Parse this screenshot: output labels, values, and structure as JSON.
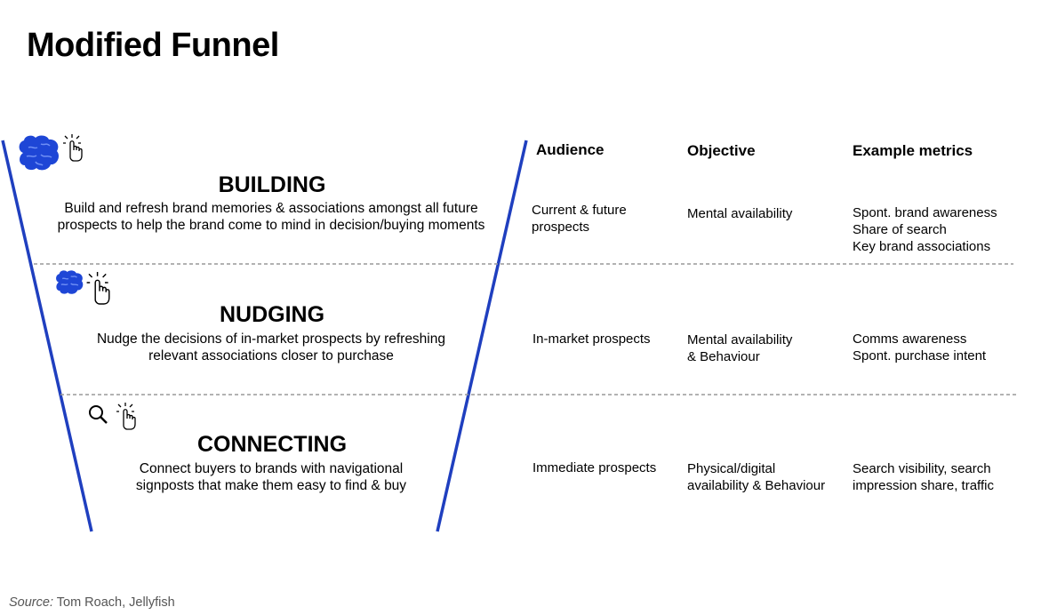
{
  "title": "Modified Funnel",
  "colors": {
    "funnel_line": "#1f3fbf",
    "brain_icon": "#1e46d6",
    "divider": "#999999"
  },
  "columns": {
    "audience": "Audience",
    "objective": "Objective",
    "metrics": "Example metrics"
  },
  "stages": [
    {
      "name": "BUILDING",
      "icons": [
        "brain-icon",
        "click-hand-icon"
      ],
      "description_lines": [
        "Build and refresh brand memories & associations amongst all future",
        "prospects to help the brand come to mind in decision/buying moments"
      ],
      "audience_lines": [
        "Current & future",
        "prospects"
      ],
      "objective_lines": [
        "Mental availability"
      ],
      "metrics_lines": [
        "Spont. brand awareness",
        "Share of search",
        "Key brand associations"
      ]
    },
    {
      "name": "NUDGING",
      "icons": [
        "brain-icon",
        "click-hand-icon"
      ],
      "description_lines": [
        "Nudge the decisions of in-market prospects by refreshing",
        "relevant associations closer to purchase"
      ],
      "audience_lines": [
        "In-market prospects"
      ],
      "objective_lines": [
        "Mental availability",
        "& Behaviour"
      ],
      "metrics_lines": [
        "Comms awareness",
        "Spont. purchase intent"
      ]
    },
    {
      "name": "CONNECTING",
      "icons": [
        "search-icon",
        "click-hand-icon"
      ],
      "description_lines": [
        "Connect buyers to brands with navigational",
        "signposts that make them easy to find & buy"
      ],
      "audience_lines": [
        "Immediate prospects"
      ],
      "objective_lines": [
        "Physical/digital",
        "availability & Behaviour"
      ],
      "metrics_lines": [
        "Search visibility, search",
        "impression share, traffic"
      ]
    }
  ],
  "source": {
    "label": "Source:",
    "text": " Tom Roach, Jellyfish"
  }
}
